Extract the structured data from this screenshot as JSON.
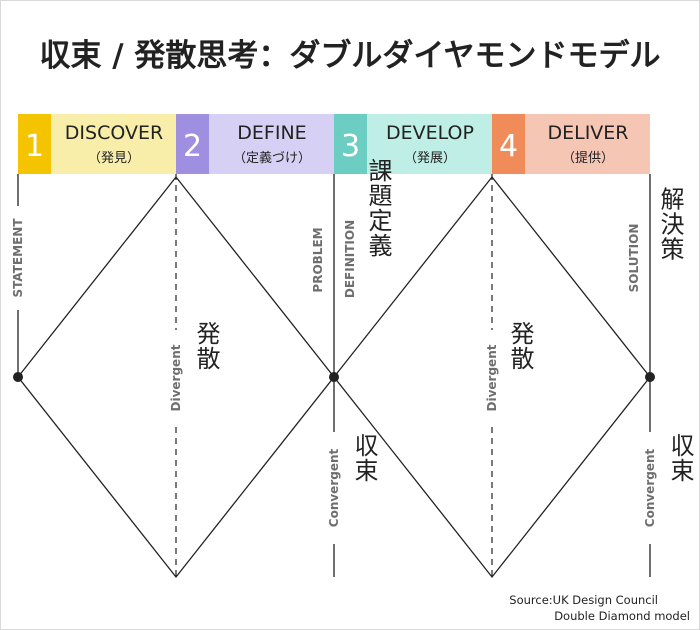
{
  "title": "収束 / 発散思考：ダブルダイヤモンドモデル",
  "phases": [
    {
      "number": "1",
      "name": "DISCOVER",
      "jp": "（発見）",
      "color": "#f5c400",
      "light": "#f8eeaa"
    },
    {
      "number": "2",
      "name": "DEFINE",
      "jp": "（定義づけ）",
      "color": "#9e8fe0",
      "light": "#d6d0f4"
    },
    {
      "number": "3",
      "name": "DEVELOP",
      "jp": "（発展）",
      "color": "#6ccdc2",
      "light": "#bfeee6"
    },
    {
      "number": "4",
      "name": "DELIVER",
      "jp": "（提供）",
      "color": "#f08c5a",
      "light": "#f6c6b4"
    }
  ],
  "labels": {
    "statement": "STATEMENT",
    "problem": "PROBLEM",
    "definition": "DEFINITION",
    "solution": "SOLUTION",
    "divergent": "Divergent",
    "convergent": "Convergent",
    "problem_definition_jp": "課題定義",
    "solution_jp": "解決策",
    "divergent_jp": "発散",
    "convergent_jp": "収束"
  },
  "source": {
    "line1": "Source:UK Design Council",
    "line2": "Double Diamond model"
  }
}
